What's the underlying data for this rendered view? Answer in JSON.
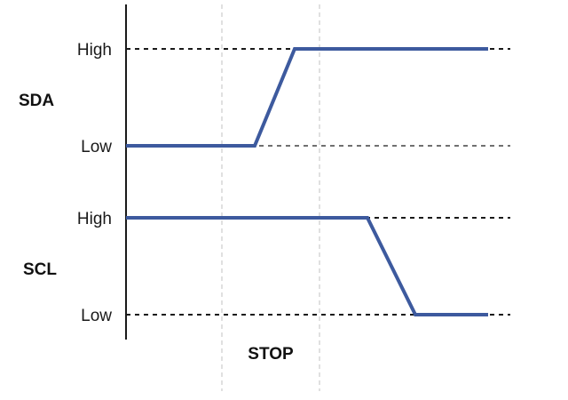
{
  "signals": [
    {
      "name": "SDA",
      "high_label": "High",
      "low_label": "Low",
      "waveform": [
        "low",
        "low",
        "rise",
        "high",
        "high"
      ]
    },
    {
      "name": "SCL",
      "high_label": "High",
      "low_label": "Low",
      "waveform": [
        "high",
        "high",
        "high",
        "fall",
        "low"
      ]
    }
  ],
  "phase_label": "STOP",
  "colors": {
    "signal": "#3d5a9e",
    "reference_line": "#1a1a1a",
    "guide_line": "#cccccc",
    "axis": "#1a1a1a"
  }
}
